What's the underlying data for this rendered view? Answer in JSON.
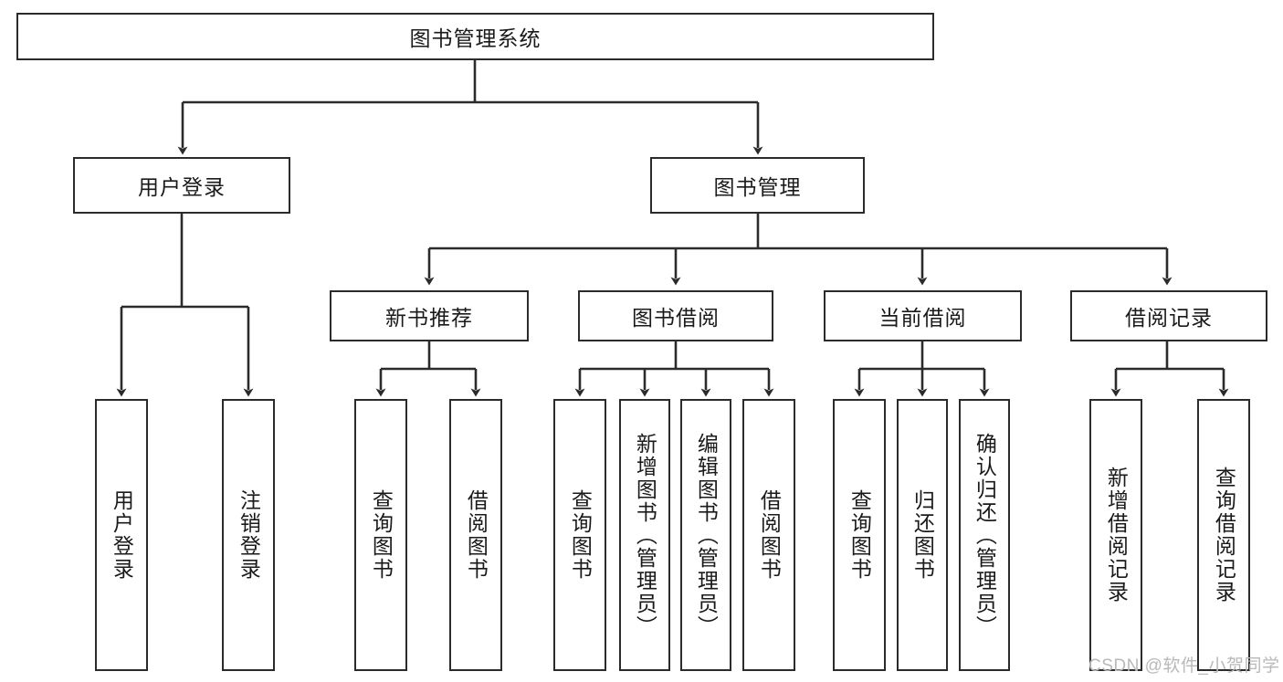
{
  "diagram": {
    "title": "图书管理系统",
    "type": "hierarchy-tree",
    "background_color": "#ffffff",
    "line_color": "#2b2b2b",
    "text_color": "#1a1a1a",
    "nodes": {
      "root": {
        "label": "图书管理系统",
        "orientation": "horizontal"
      },
      "level2": [
        {
          "label": "用户登录",
          "orientation": "horizontal"
        },
        {
          "label": "图书管理",
          "orientation": "horizontal"
        }
      ],
      "level3": [
        {
          "label": "新书推荐",
          "orientation": "horizontal"
        },
        {
          "label": "图书借阅",
          "orientation": "horizontal"
        },
        {
          "label": "当前借阅",
          "orientation": "horizontal"
        },
        {
          "label": "借阅记录",
          "orientation": "horizontal"
        }
      ],
      "leaves_user_login": [
        {
          "label": "用户登录",
          "orientation": "vertical"
        },
        {
          "label": "注销登录",
          "orientation": "vertical"
        }
      ],
      "leaves_new_book": [
        {
          "label": "查询图书",
          "orientation": "vertical"
        },
        {
          "label": "借阅图书",
          "orientation": "vertical"
        }
      ],
      "leaves_borrow": [
        {
          "label": "查询图书",
          "orientation": "vertical"
        },
        {
          "label": "新增图书（管理员）",
          "orientation": "vertical"
        },
        {
          "label": "编辑图书（管理员）",
          "orientation": "vertical"
        },
        {
          "label": "借阅图书",
          "orientation": "vertical"
        }
      ],
      "leaves_current": [
        {
          "label": "查询图书",
          "orientation": "vertical"
        },
        {
          "label": "归还图书",
          "orientation": "vertical"
        },
        {
          "label": "确认归还（管理员）",
          "orientation": "vertical"
        }
      ],
      "leaves_records": [
        {
          "label": "新增借阅记录",
          "orientation": "vertical"
        },
        {
          "label": "查询借阅记录",
          "orientation": "vertical"
        }
      ]
    },
    "watermark": "CSDN @软件_小贺同学"
  }
}
